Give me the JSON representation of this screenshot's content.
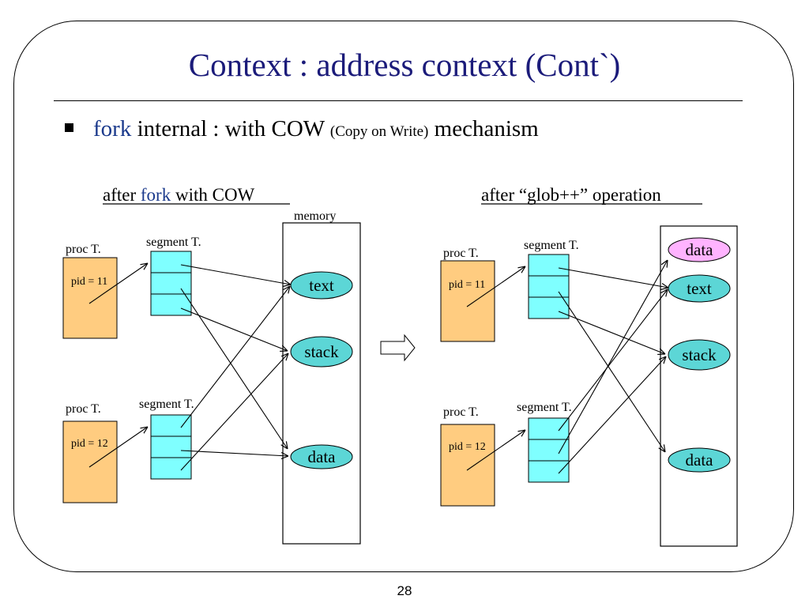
{
  "slide": {
    "title": "Context : address context (Cont`)",
    "bullet": {
      "keyword": "fork",
      "text_part1": " internal : with COW ",
      "small_text": "(Copy on Write)",
      "text_part2": " mechanism"
    },
    "page_number": "28"
  },
  "left_panel": {
    "heading_prefix": "after ",
    "heading_keyword": "fork ",
    "heading_suffix": "with COW",
    "memory_label": "memory",
    "proc_label_top": "proc T.",
    "proc_label_bottom": "proc T.",
    "pid_top": "pid = 11",
    "pid_bottom": "pid = 12",
    "segment_label_top": "segment T.",
    "segment_label_bottom": "segment T.",
    "memory_items": [
      "text",
      "stack",
      "data"
    ]
  },
  "right_panel": {
    "heading": "after “glob++” operation",
    "proc_label_top": "proc T.",
    "proc_label_bottom": "proc T.",
    "pid_top": "pid = 11",
    "pid_bottom": "pid = 12",
    "segment_label_top": "segment T.",
    "segment_label_bottom": "segment T.",
    "memory_items": [
      "data",
      "text",
      "stack",
      "data"
    ]
  },
  "colors": {
    "title": "#1b1b7a",
    "keyword": "#1b3a8c",
    "proc_box": "#ffcc80",
    "segment": "#7fffff",
    "memory_node": "#5cd6d6",
    "copied_data_node": "#ffb3ff"
  }
}
